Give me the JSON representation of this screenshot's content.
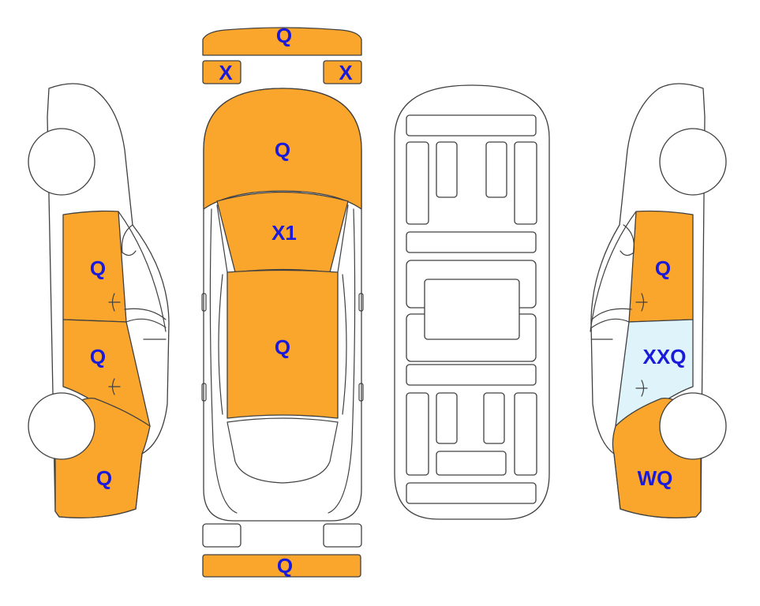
{
  "colors": {
    "painted": "#faa52b",
    "replaced": "#dff3fa",
    "body": "#ffffff",
    "outline": "#404040",
    "label": "#1a1adb"
  },
  "labels": {
    "front_bumper": "Q",
    "headlight_left": "X",
    "headlight_right": "X",
    "hood": "Q",
    "roof": "X1",
    "trunk": "Q",
    "rear_bumper": "Q",
    "left_front_door": "Q",
    "left_rear_door": "Q",
    "left_rear_quarter": "Q",
    "right_front_door": "Q",
    "right_rear_door": "XXQ",
    "right_rear_quarter": "WQ"
  }
}
